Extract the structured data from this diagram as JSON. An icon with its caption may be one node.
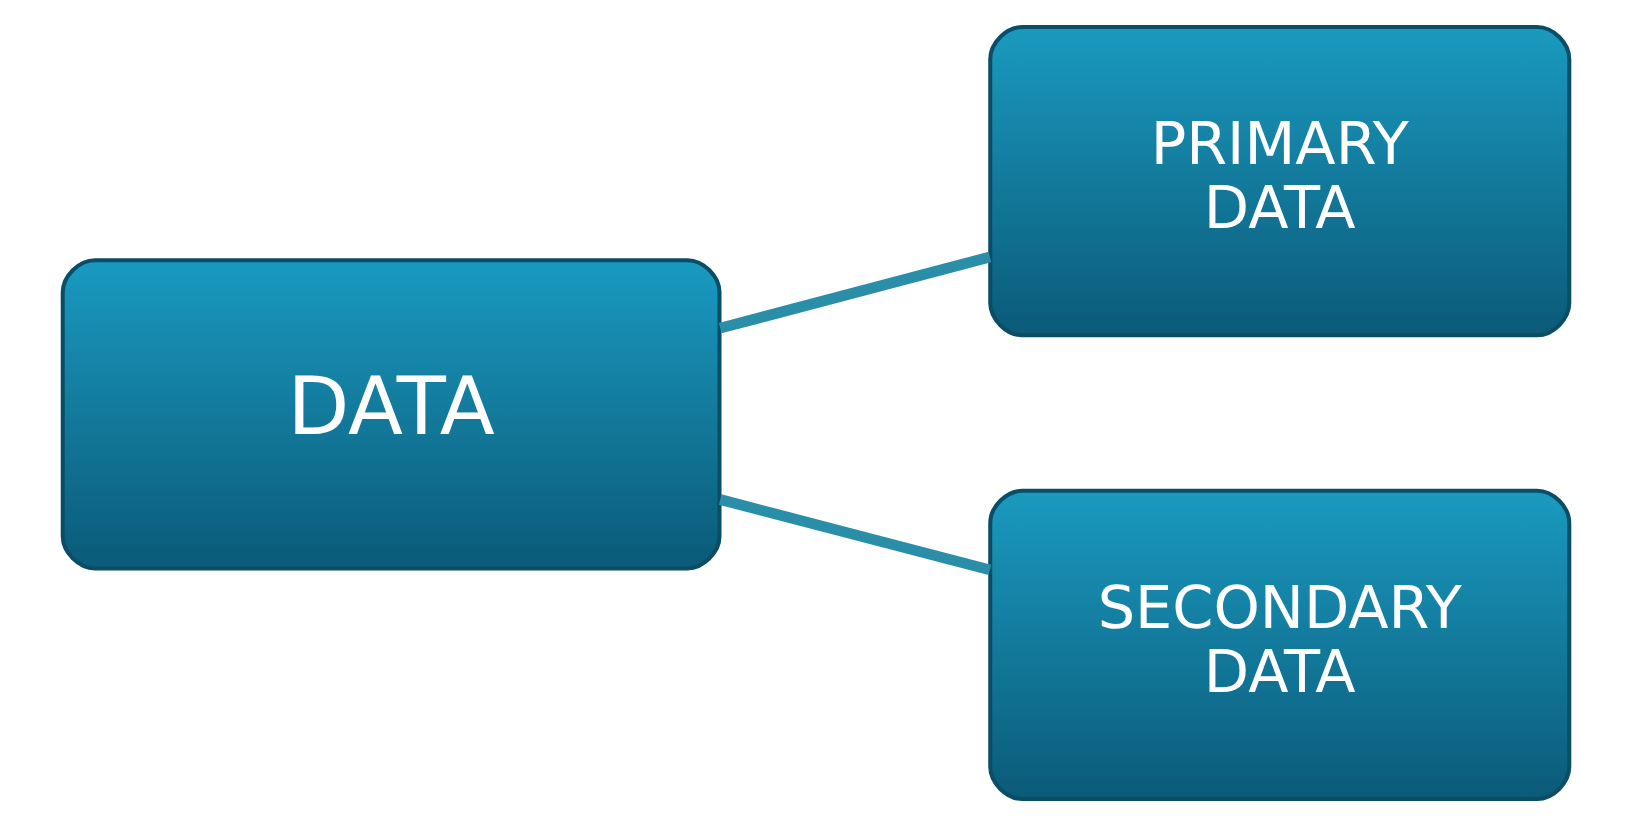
{
  "diagram": {
    "nodes": [
      {
        "text": [
          "DATA"
        ]
      },
      {
        "text": [
          "PRIMARY DATA"
        ]
      },
      {
        "text": [
          "SECONDARY DATA"
        ]
      }
    ],
    "edges": [
      {
        "from": 0,
        "to": 1,
        "arrow": "none"
      },
      {
        "from": 0,
        "to": 2,
        "arrow": "none"
      }
    ]
  }
}
